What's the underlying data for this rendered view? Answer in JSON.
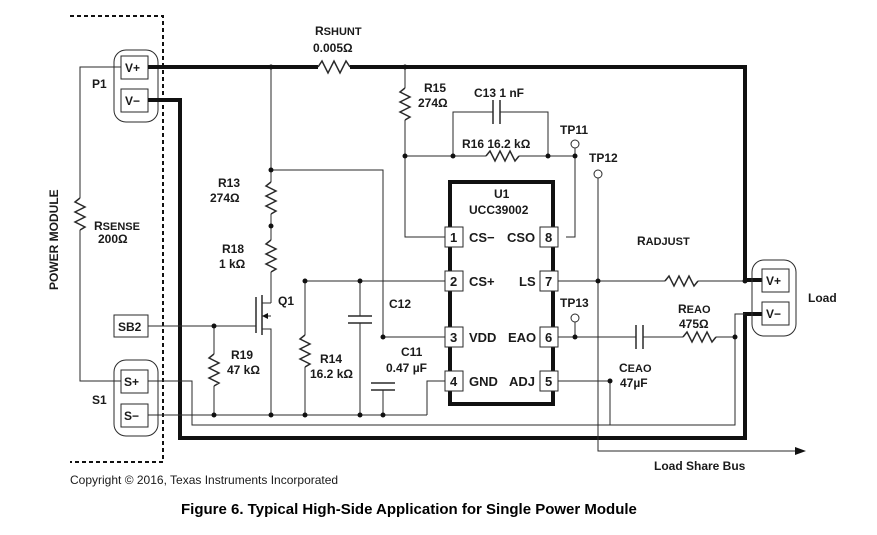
{
  "labels": {
    "power_module": "POWER MODULE",
    "p1": "P1",
    "s1": "S1",
    "v_plus": "V+",
    "v_minus": "V−",
    "s_plus": "S+",
    "s_minus": "S−",
    "sb2": "SB2",
    "r_shunt": "R",
    "r_shunt_sub": "SHUNT",
    "r_shunt_val": "0.005Ω",
    "r_sense": "R",
    "r_sense_sub": "SENSE",
    "r_sense_val": "200Ω",
    "r15": "R15",
    "r15_val": "274Ω",
    "c13": "C13 1 nF",
    "r16": "R16 16.2 kΩ",
    "tp11": "TP11",
    "tp12": "TP12",
    "tp13": "TP13",
    "r13": "R13",
    "r13_val": "274Ω",
    "r18": "R18",
    "r18_val": "1 kΩ",
    "q1": "Q1",
    "r19": "R19",
    "r19_val": "47 kΩ",
    "r14": "R14",
    "r14_val": "16.2 kΩ",
    "c12": "C12",
    "c11": "C11",
    "c11_val": "0.47 µF",
    "u1": "U1",
    "u1_part": "UCC39002",
    "r_adjust": "R",
    "r_adjust_sub": "ADJUST",
    "r_eao": "R",
    "r_eao_sub": "EAO",
    "r_eao_val": "475Ω",
    "c_eao": "C",
    "c_eao_sub": "EAO",
    "c_eao_val": "47µF",
    "load": "Load",
    "load_share_bus": "Load Share Bus"
  },
  "pins": {
    "p1_num": "1",
    "p1_name": "CS−",
    "p2_num": "2",
    "p2_name": "CS+",
    "p3_num": "3",
    "p3_name": "VDD",
    "p4_num": "4",
    "p4_name": "GND",
    "p8_num": "8",
    "p8_name": "CSO",
    "p7_num": "7",
    "p7_name": "LS",
    "p6_num": "6",
    "p6_name": "EAO",
    "p5_num": "5",
    "p5_name": "ADJ"
  },
  "copyright": "Copyright © 2016, Texas Instruments Incorporated",
  "caption": "Figure 6.  Typical High-Side Application for Single Power Module"
}
